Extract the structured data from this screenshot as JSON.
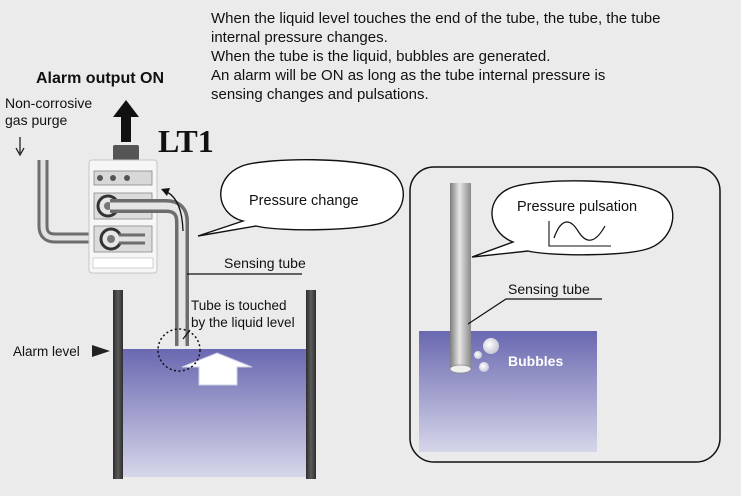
{
  "description": {
    "lines": [
      "When the liquid level touches the end of the tube, the tube, the tube",
      "internal pressure changes.",
      "When the tube is the liquid, bubbles are generated.",
      "An alarm will be ON as long as the tube internal pressure is",
      "sensing changes and pulsations."
    ]
  },
  "left": {
    "alarm_output": "Alarm output ON",
    "gas_purge_line1": "Non-corrosive",
    "gas_purge_line2": "gas purge",
    "device_label": "LT1",
    "pressure_change": "Pressure change",
    "sensing_tube": "Sensing tube",
    "touched_line1": "Tube is touched",
    "touched_line2": "by the liquid level",
    "alarm_level": "Alarm level"
  },
  "right": {
    "pressure_pulsation": "Pressure pulsation",
    "sensing_tube": "Sensing tube",
    "bubbles": "Bubbles"
  },
  "colors": {
    "background": "#ebebeb",
    "liquid_top": "#6a68b0",
    "liquid_bottom": "#d6d6ea",
    "tank_wall": "#3d3d3d",
    "tube": "#a8a8a8"
  }
}
